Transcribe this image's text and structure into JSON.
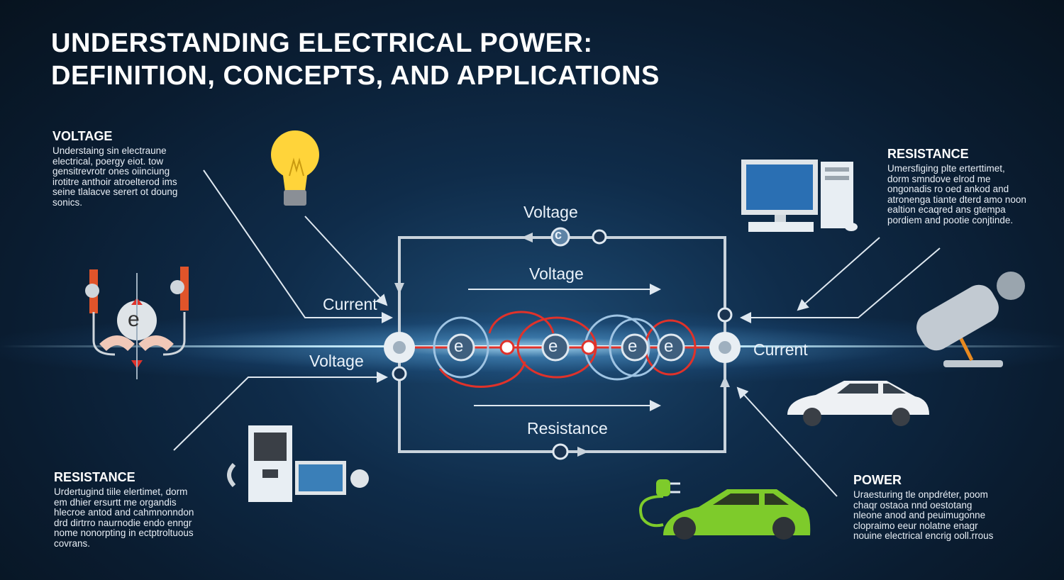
{
  "title": {
    "line1": "UNDERSTANDING ELECTRICAL POWER:",
    "line2": "DEFINITION, CONCEPTS, AND APPLICATIONS"
  },
  "blocks": {
    "voltage": {
      "heading": "VOLTAGE",
      "body": "Understaing sin electraune electrical, poergy eiot. tow gensitrevrotr ones oiinciung irotitre anthoir atroelterod ims seine tlalacve serert ot doung sonics."
    },
    "resistance_right": {
      "heading": "RESISTANCE",
      "body": "Umersfiging plte erterttimet, dorm smndove elrod me ongonadis ro oed ankod and atronenga tiante dterd amo noon ealtion ecaqred ans gtempa pordiem and pootie conjtinde."
    },
    "resistance_left": {
      "heading": "RESISTANCE",
      "body": "Urdertugind tiile elertimet, dorm em dhier ersurtt me organdis hlecroe antod and cahmnonndon drd dirtrro naurnodie endo enngr nome nonorpting in ectptroltuous covrans."
    },
    "power": {
      "heading": "POWER",
      "body": "Uraesturing tle onpdréter, poom chaqr ostaoa nnd oestotang nleone anod and peuimugonne clopraimo eeur nolatne enagr nouine electrical encrig ooll.rrous"
    }
  },
  "diagram": {
    "labels": {
      "voltage_top": "Voltage",
      "voltage_mid": "Voltage",
      "voltage_left": "Voltage",
      "current_left": "Current",
      "current_right": "Current",
      "resistance_bottom": "Resistance"
    },
    "electron_symbol": "e",
    "node_symbol": "c"
  },
  "colors": {
    "accent_red": "#e0322a",
    "car_green": "#7ecb2b",
    "bulb_yellow": "#ffd43a",
    "text": "#ffffff"
  }
}
